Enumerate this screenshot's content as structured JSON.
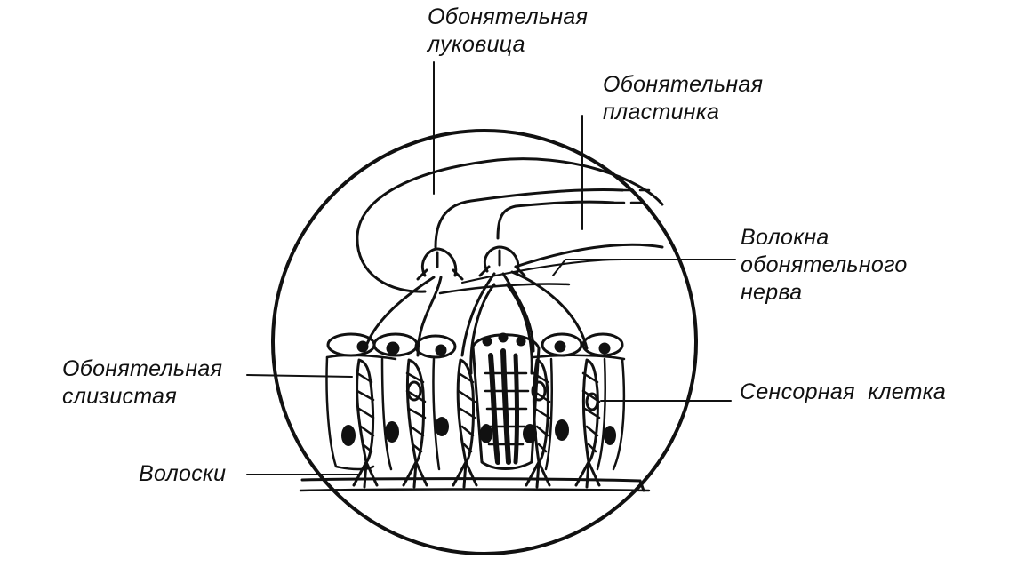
{
  "labels": {
    "olfactory_bulb": [
      "Обонятельная",
      "луковица"
    ],
    "olfactory_plate": [
      "Обонятельная",
      "пластинка"
    ],
    "nerve_fibers": [
      "Волокна",
      "обонятельного",
      "нерва"
    ],
    "olfactory_mucosa": [
      "Обонятельная",
      "слизистая"
    ],
    "sensory_cell": [
      "Сенсорная  клетка"
    ],
    "hairs": [
      "Волоски"
    ]
  },
  "colors": {
    "ink": "#111111",
    "background": "#ffffff"
  }
}
